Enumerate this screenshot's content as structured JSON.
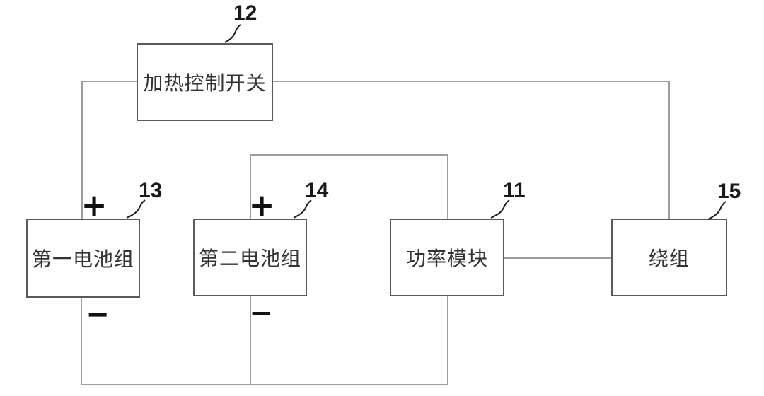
{
  "palette": {
    "bg": "#ffffff",
    "wire": "#9e9e9e",
    "border": "#5a5a5a",
    "text": "#333333",
    "ref": "#1a1a1a"
  },
  "blocks": [
    {
      "id": "heating-control-switch",
      "label": "加热控制开关",
      "ref": "12"
    },
    {
      "id": "first-battery-pack",
      "label": "第一电池组",
      "ref": "13",
      "plus": "+",
      "minus": "−"
    },
    {
      "id": "second-battery-pack",
      "label": "第二电池组",
      "ref": "14",
      "plus": "+",
      "minus": "−"
    },
    {
      "id": "power-module",
      "label": "功率模块",
      "ref": "11"
    },
    {
      "id": "winding",
      "label": "绕组",
      "ref": "15"
    }
  ]
}
